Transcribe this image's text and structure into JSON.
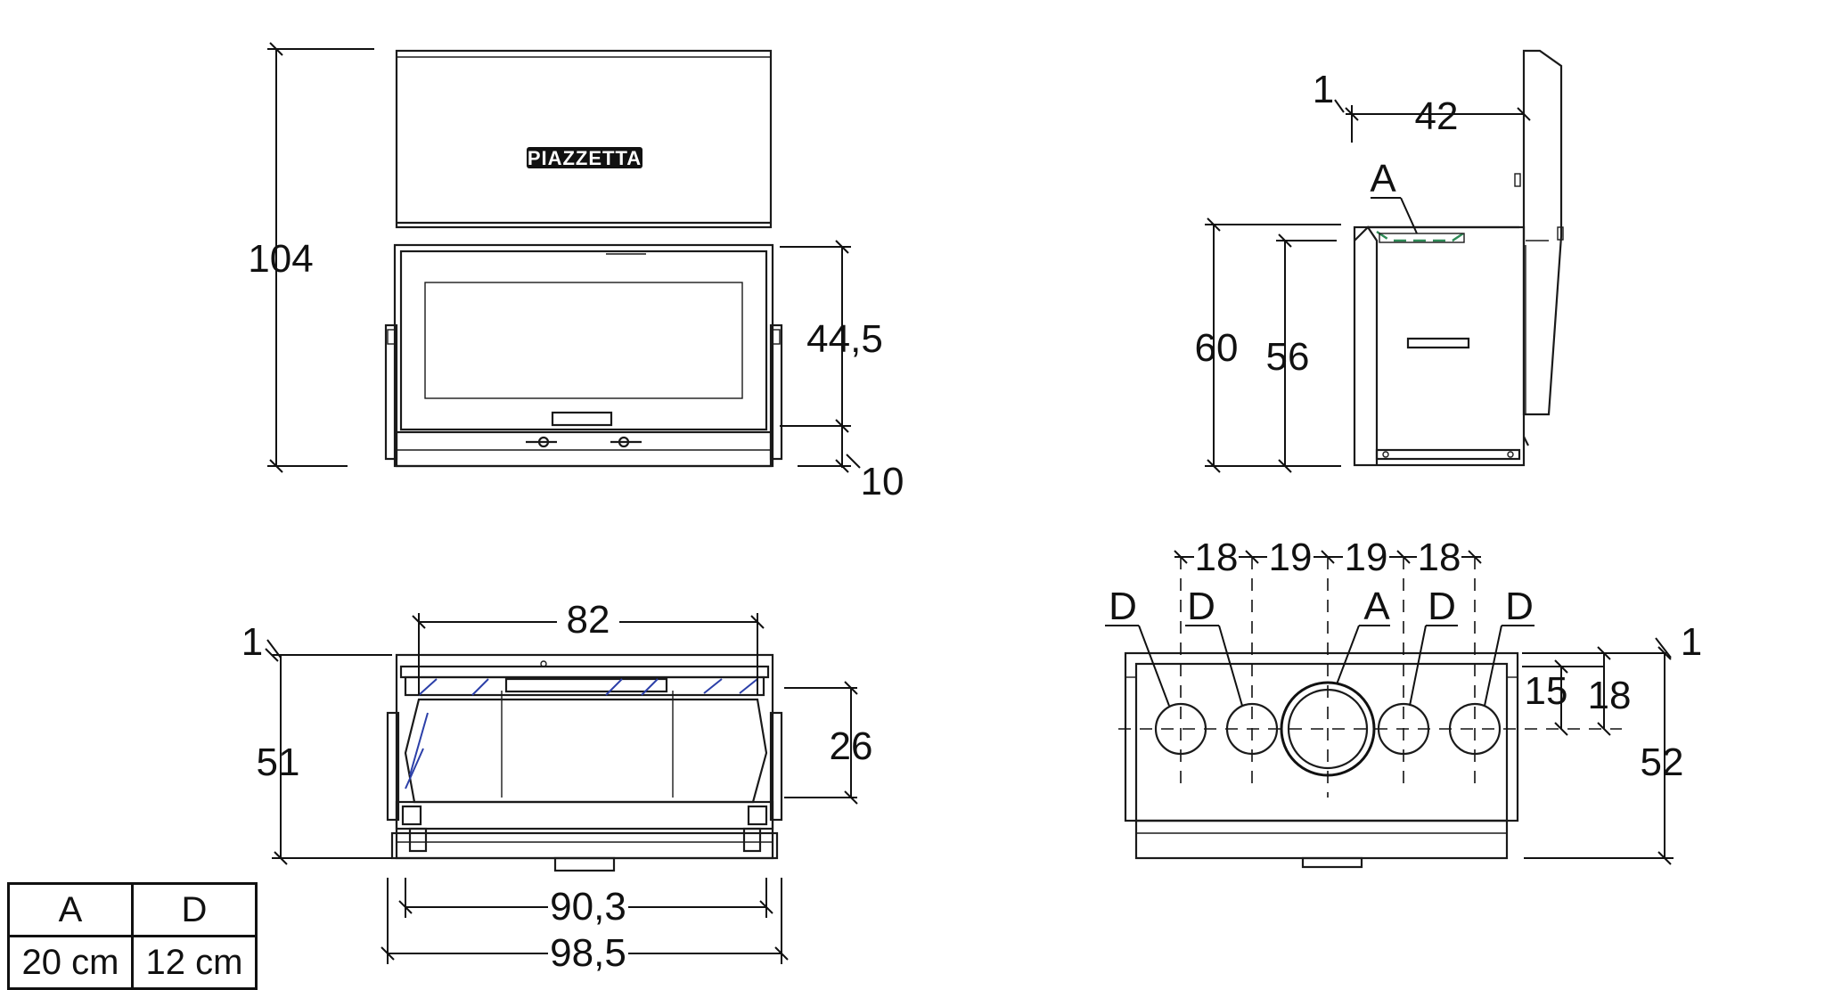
{
  "front_view": {
    "brand": "PIAZZETTA",
    "dims": {
      "total_height": "104",
      "glass_height": "44,5",
      "base": "10"
    }
  },
  "side_view": {
    "dims": {
      "top_offset": "1",
      "depth_top": "42",
      "height_outer": "60",
      "height_inner": "56"
    },
    "label_a": "A"
  },
  "top_view": {
    "dims": {
      "offset": "1",
      "width_inner": "82",
      "depth": "51",
      "firebox_depth": "26",
      "width_mid": "90,3",
      "width_total": "98,5"
    }
  },
  "flue_view": {
    "spacings": [
      "18",
      "19",
      "19",
      "18"
    ],
    "labels": [
      "D",
      "D",
      "A",
      "D",
      "D"
    ],
    "dims": {
      "offset": "1",
      "depth_a": "15",
      "depth_d": "18",
      "total_depth": "52"
    }
  },
  "legend": {
    "headers": [
      "A",
      "D"
    ],
    "values": [
      "20 cm",
      "12 cm"
    ]
  }
}
